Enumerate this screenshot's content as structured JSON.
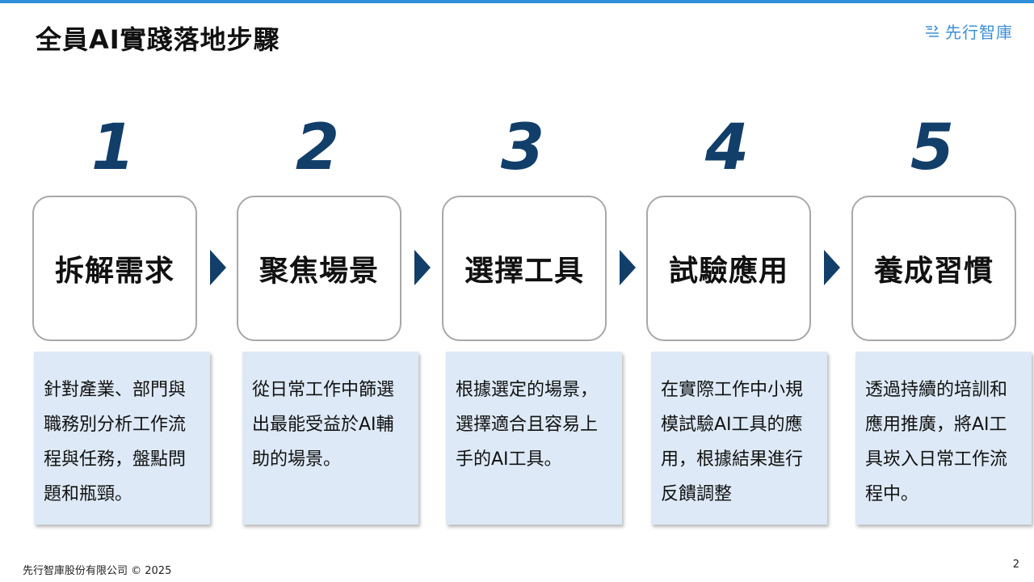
{
  "slide": {
    "title": "全員AI實踐落地步驟",
    "logo_text": "先行智庫",
    "footer": "先行智庫股份有限公司 © 2025",
    "page_number": "2",
    "colors": {
      "accent_bar": "#2f8fd8",
      "number_color": "#123e6a",
      "card_fill": "#dde9f6"
    }
  },
  "steps": [
    {
      "number": "1",
      "title": "拆解需求",
      "description": "針對產業、部門與職務別分析工作流程與任務，盤點問題和瓶頸。"
    },
    {
      "number": "2",
      "title": "聚焦場景",
      "description": "從日常工作中篩選出最能受益於AI輔助的場景。"
    },
    {
      "number": "3",
      "title": "選擇工具",
      "description": "根據選定的場景，選擇適合且容易上手的AI工具。"
    },
    {
      "number": "4",
      "title": "試驗應用",
      "description": "在實際工作中小規模試驗AI工具的應用，根據結果進行反饋調整"
    },
    {
      "number": "5",
      "title": "養成習慣",
      "description": "透過持續的培訓和應用推廣，將AI工具崁入日常工作流程中。"
    }
  ]
}
